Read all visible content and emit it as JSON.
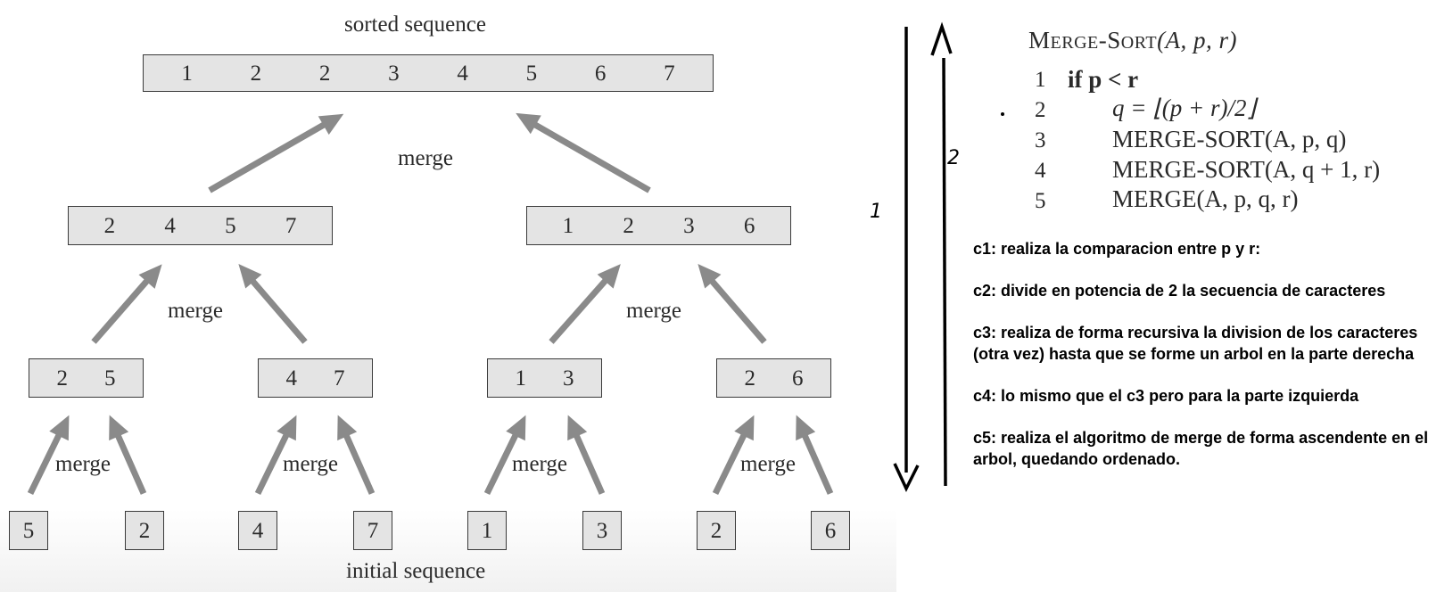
{
  "diagram": {
    "top_caption": "sorted sequence",
    "bottom_caption": "initial sequence",
    "merge_label": "merge",
    "level3": [
      [
        "1",
        "2",
        "2",
        "3",
        "4",
        "5",
        "6",
        "7"
      ]
    ],
    "level2": [
      [
        "2",
        "4",
        "5",
        "7"
      ],
      [
        "1",
        "2",
        "3",
        "6"
      ]
    ],
    "level1": [
      [
        "2",
        "5"
      ],
      [
        "4",
        "7"
      ],
      [
        "1",
        "3"
      ],
      [
        "2",
        "6"
      ]
    ],
    "level0": [
      "5",
      "2",
      "4",
      "7",
      "1",
      "3",
      "2",
      "6"
    ]
  },
  "code": {
    "title_parts": [
      "M",
      "ERGE",
      "-S",
      "ORT",
      "(A, p, r)"
    ],
    "lines": [
      {
        "num": "1",
        "text": "if p < r"
      },
      {
        "num": "2",
        "text": "q = ⌊(p + r)/2⌋"
      },
      {
        "num": "3",
        "text": "MERGE-SORT(A, p, q)"
      },
      {
        "num": "4",
        "text": "MERGE-SORT(A, q + 1, r)"
      },
      {
        "num": "5",
        "text": "MERGE(A, p, q, r)"
      }
    ]
  },
  "notes": [
    "c1: realiza la comparacion entre p y r:",
    "c2: divide en potencia de 2 la secuencia de caracteres",
    "c3: realiza de forma recursiva la division de los caracteres (otra vez) hasta que se forme un arbol en la parte derecha",
    "c4: lo mismo que el c3 pero para la parte izquierda",
    "c5: realiza el algoritmo de merge de forma ascendente en el arbol, quedando ordenado."
  ],
  "annotations": {
    "label_1": "1",
    "label_2": "2"
  }
}
